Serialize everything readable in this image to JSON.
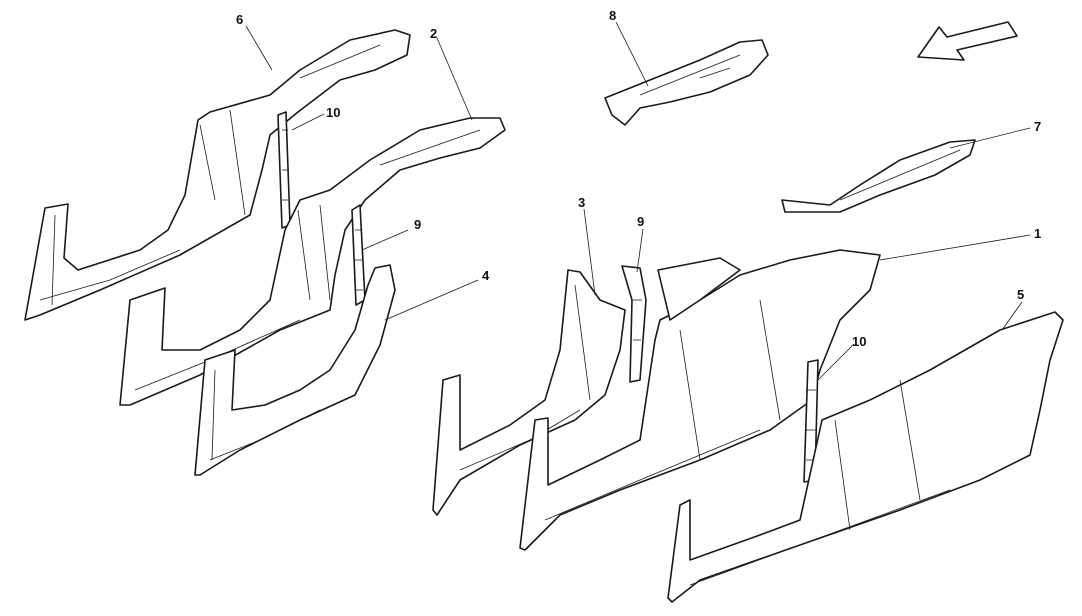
{
  "callouts": {
    "c1": "1",
    "c2": "2",
    "c3": "3",
    "c4": "4",
    "c5": "5",
    "c6": "6",
    "c7": "7",
    "c8": "8",
    "c9a": "9",
    "c9b": "9",
    "c10a": "10",
    "c10b": "10"
  },
  "icons": {
    "direction": "arrow-icon"
  }
}
